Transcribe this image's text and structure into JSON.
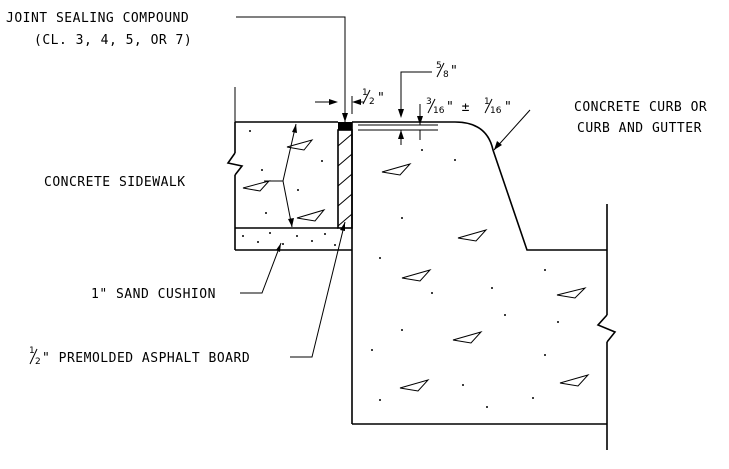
{
  "labels": {
    "joint_sealing_line1": "JOINT SEALING COMPOUND",
    "joint_sealing_line2": "(CL. 3, 4, 5, OR 7)",
    "concrete_curb_line1": "CONCRETE CURB OR",
    "concrete_curb_line2": "CURB AND GUTTER",
    "concrete_sidewalk": "CONCRETE SIDEWALK",
    "sand_cushion": "1\" SAND CUSHION",
    "asphalt_board_prefix": "\" PREMOLDED ASPHALT BOARD"
  },
  "dimensions": {
    "half_inch": "\"",
    "five_eighths": "\"",
    "tolerance_text": "\" ± ",
    "tolerance_end": "\""
  },
  "fractions": {
    "half_num": "1",
    "half_den": "2",
    "five_eighths_num": "5",
    "five_eighths_den": "8",
    "three_sixteenths_num": "3",
    "three_sixteenths_den": "16",
    "one_sixteenth_num": "1",
    "one_sixteenth_den": "16",
    "board_half_num": "1",
    "board_half_den": "2"
  }
}
